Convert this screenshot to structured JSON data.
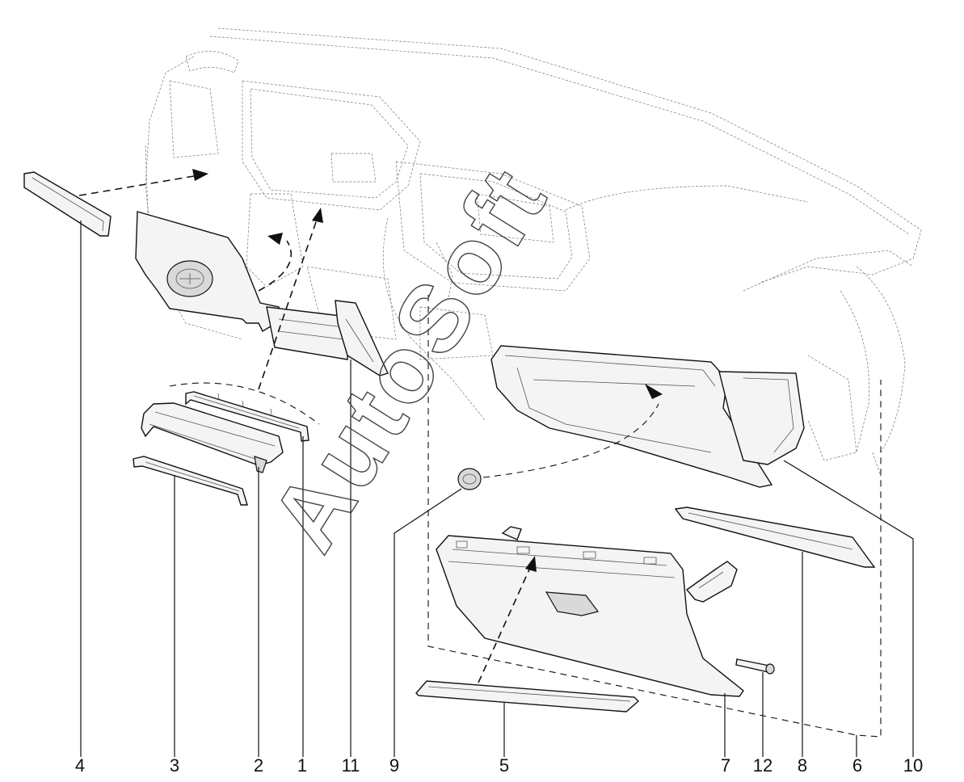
{
  "callouts": [
    {
      "id": "4",
      "label": "4"
    },
    {
      "id": "3",
      "label": "3"
    },
    {
      "id": "2",
      "label": "2"
    },
    {
      "id": "1",
      "label": "1"
    },
    {
      "id": "11",
      "label": "11"
    },
    {
      "id": "9",
      "label": "9"
    },
    {
      "id": "5",
      "label": "5"
    },
    {
      "id": "7",
      "label": "7"
    },
    {
      "id": "12",
      "label": "12"
    },
    {
      "id": "8",
      "label": "8"
    },
    {
      "id": "6",
      "label": "6"
    },
    {
      "id": "10",
      "label": "10"
    }
  ],
  "watermark": "AutoSoft"
}
